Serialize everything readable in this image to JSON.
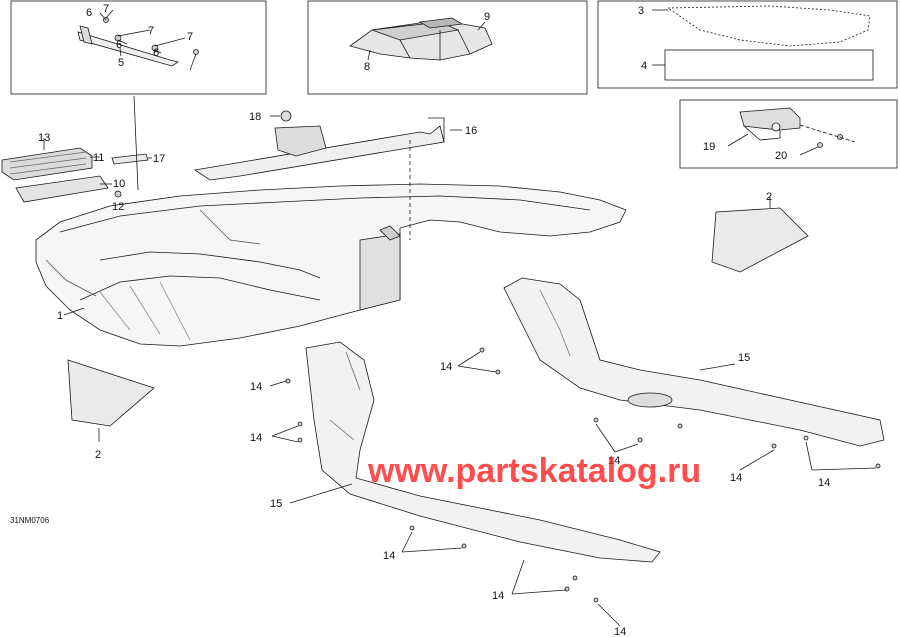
{
  "diagram_code": "31NM0706",
  "watermark": "www.partskatalog.ru",
  "callouts": {
    "c1": "1",
    "c2a": "2",
    "c2b": "2",
    "c3": "3",
    "c4": "4",
    "c5": "5",
    "c6a": "6",
    "c6b": "6",
    "c6c": "6",
    "c7a": "7",
    "c7b": "7",
    "c7c": "7",
    "c8": "8",
    "c9": "9",
    "c10": "10",
    "c11": "11",
    "c12": "12",
    "c13": "13",
    "c14a": "14",
    "c14b": "14",
    "c14c": "14",
    "c14d": "14",
    "c14e": "14",
    "c14f": "14",
    "c14g": "14",
    "c14h": "14",
    "c15a": "15",
    "c15b": "15",
    "c16": "16",
    "c17": "17",
    "c18": "18",
    "c19": "19",
    "c20": "20"
  },
  "colors": {
    "line": "#1a1a1a",
    "fill": "#ffffff",
    "shade": "#e8e8e8",
    "dark": "#9a9a9a",
    "watermark": "#ff1a1a"
  }
}
